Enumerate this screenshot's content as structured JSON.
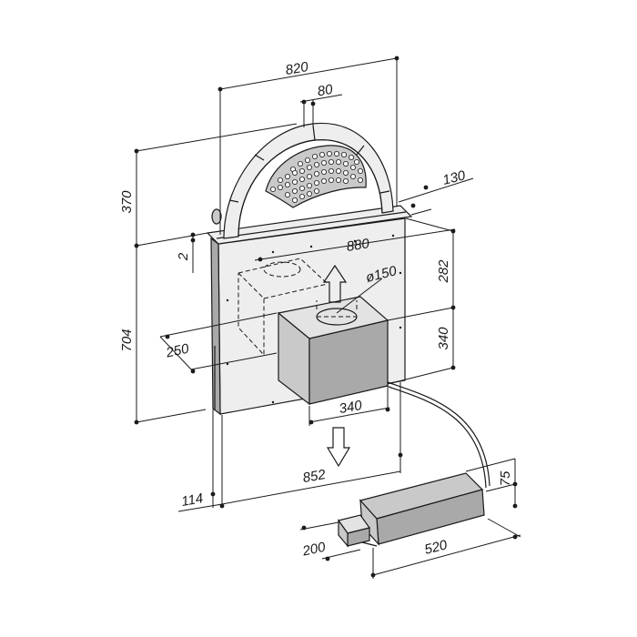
{
  "dimensions": {
    "d820": "820",
    "d80": "80",
    "d370": "370",
    "d130": "130",
    "d2": "2",
    "d880": "880",
    "d282": "282",
    "d150": "ø150",
    "d704": "704",
    "d340v": "340",
    "d250": "250",
    "d340h": "340",
    "d852": "852",
    "d114": "114",
    "d75": "75",
    "d200": "200",
    "d520": "520"
  },
  "colors": {
    "line": "#1a1a1a",
    "panel": "#eeeeee",
    "motor_box": "#c9c9c9",
    "motor_box_side": "#a9a9a9"
  }
}
